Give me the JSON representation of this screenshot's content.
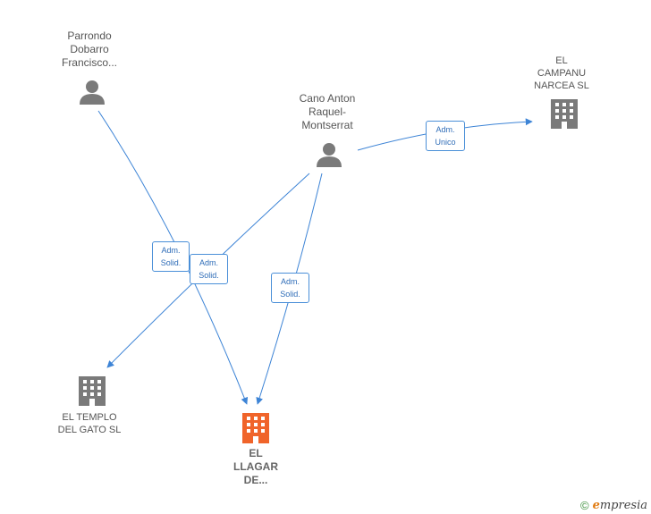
{
  "nodes": {
    "parrondo": {
      "lines": [
        "Parrondo",
        "Dobarro",
        "Francisco..."
      ],
      "type": "person"
    },
    "cano": {
      "lines": [
        "Cano Anton",
        "Raquel-",
        "Montserrat"
      ],
      "type": "person"
    },
    "campanu": {
      "lines": [
        "EL",
        "CAMPANU",
        "NARCEA  SL"
      ],
      "type": "company"
    },
    "templo": {
      "lines": [
        "EL TEMPLO",
        "DEL GATO  SL"
      ],
      "type": "company"
    },
    "llagar": {
      "lines": [
        "EL",
        "LLAGAR",
        "DE..."
      ],
      "type": "company-main"
    }
  },
  "edges": [
    {
      "from": "parrondo",
      "to": "llagar",
      "label": [
        "Adm.",
        "Solid."
      ]
    },
    {
      "from": "cano",
      "to": "templo",
      "label": [
        "Adm.",
        "Solid."
      ]
    },
    {
      "from": "cano",
      "to": "llagar",
      "label": [
        "Adm.",
        "Solid."
      ]
    },
    {
      "from": "cano",
      "to": "campanu",
      "label": [
        "Adm.",
        "Unico"
      ]
    }
  ],
  "colors": {
    "edge": "#3d84d6",
    "icon": "#7a7a7a",
    "main_icon": "#f0642a"
  },
  "footer": {
    "copyright": "©",
    "brand_e": "e",
    "brand_rest": "mpresia"
  }
}
